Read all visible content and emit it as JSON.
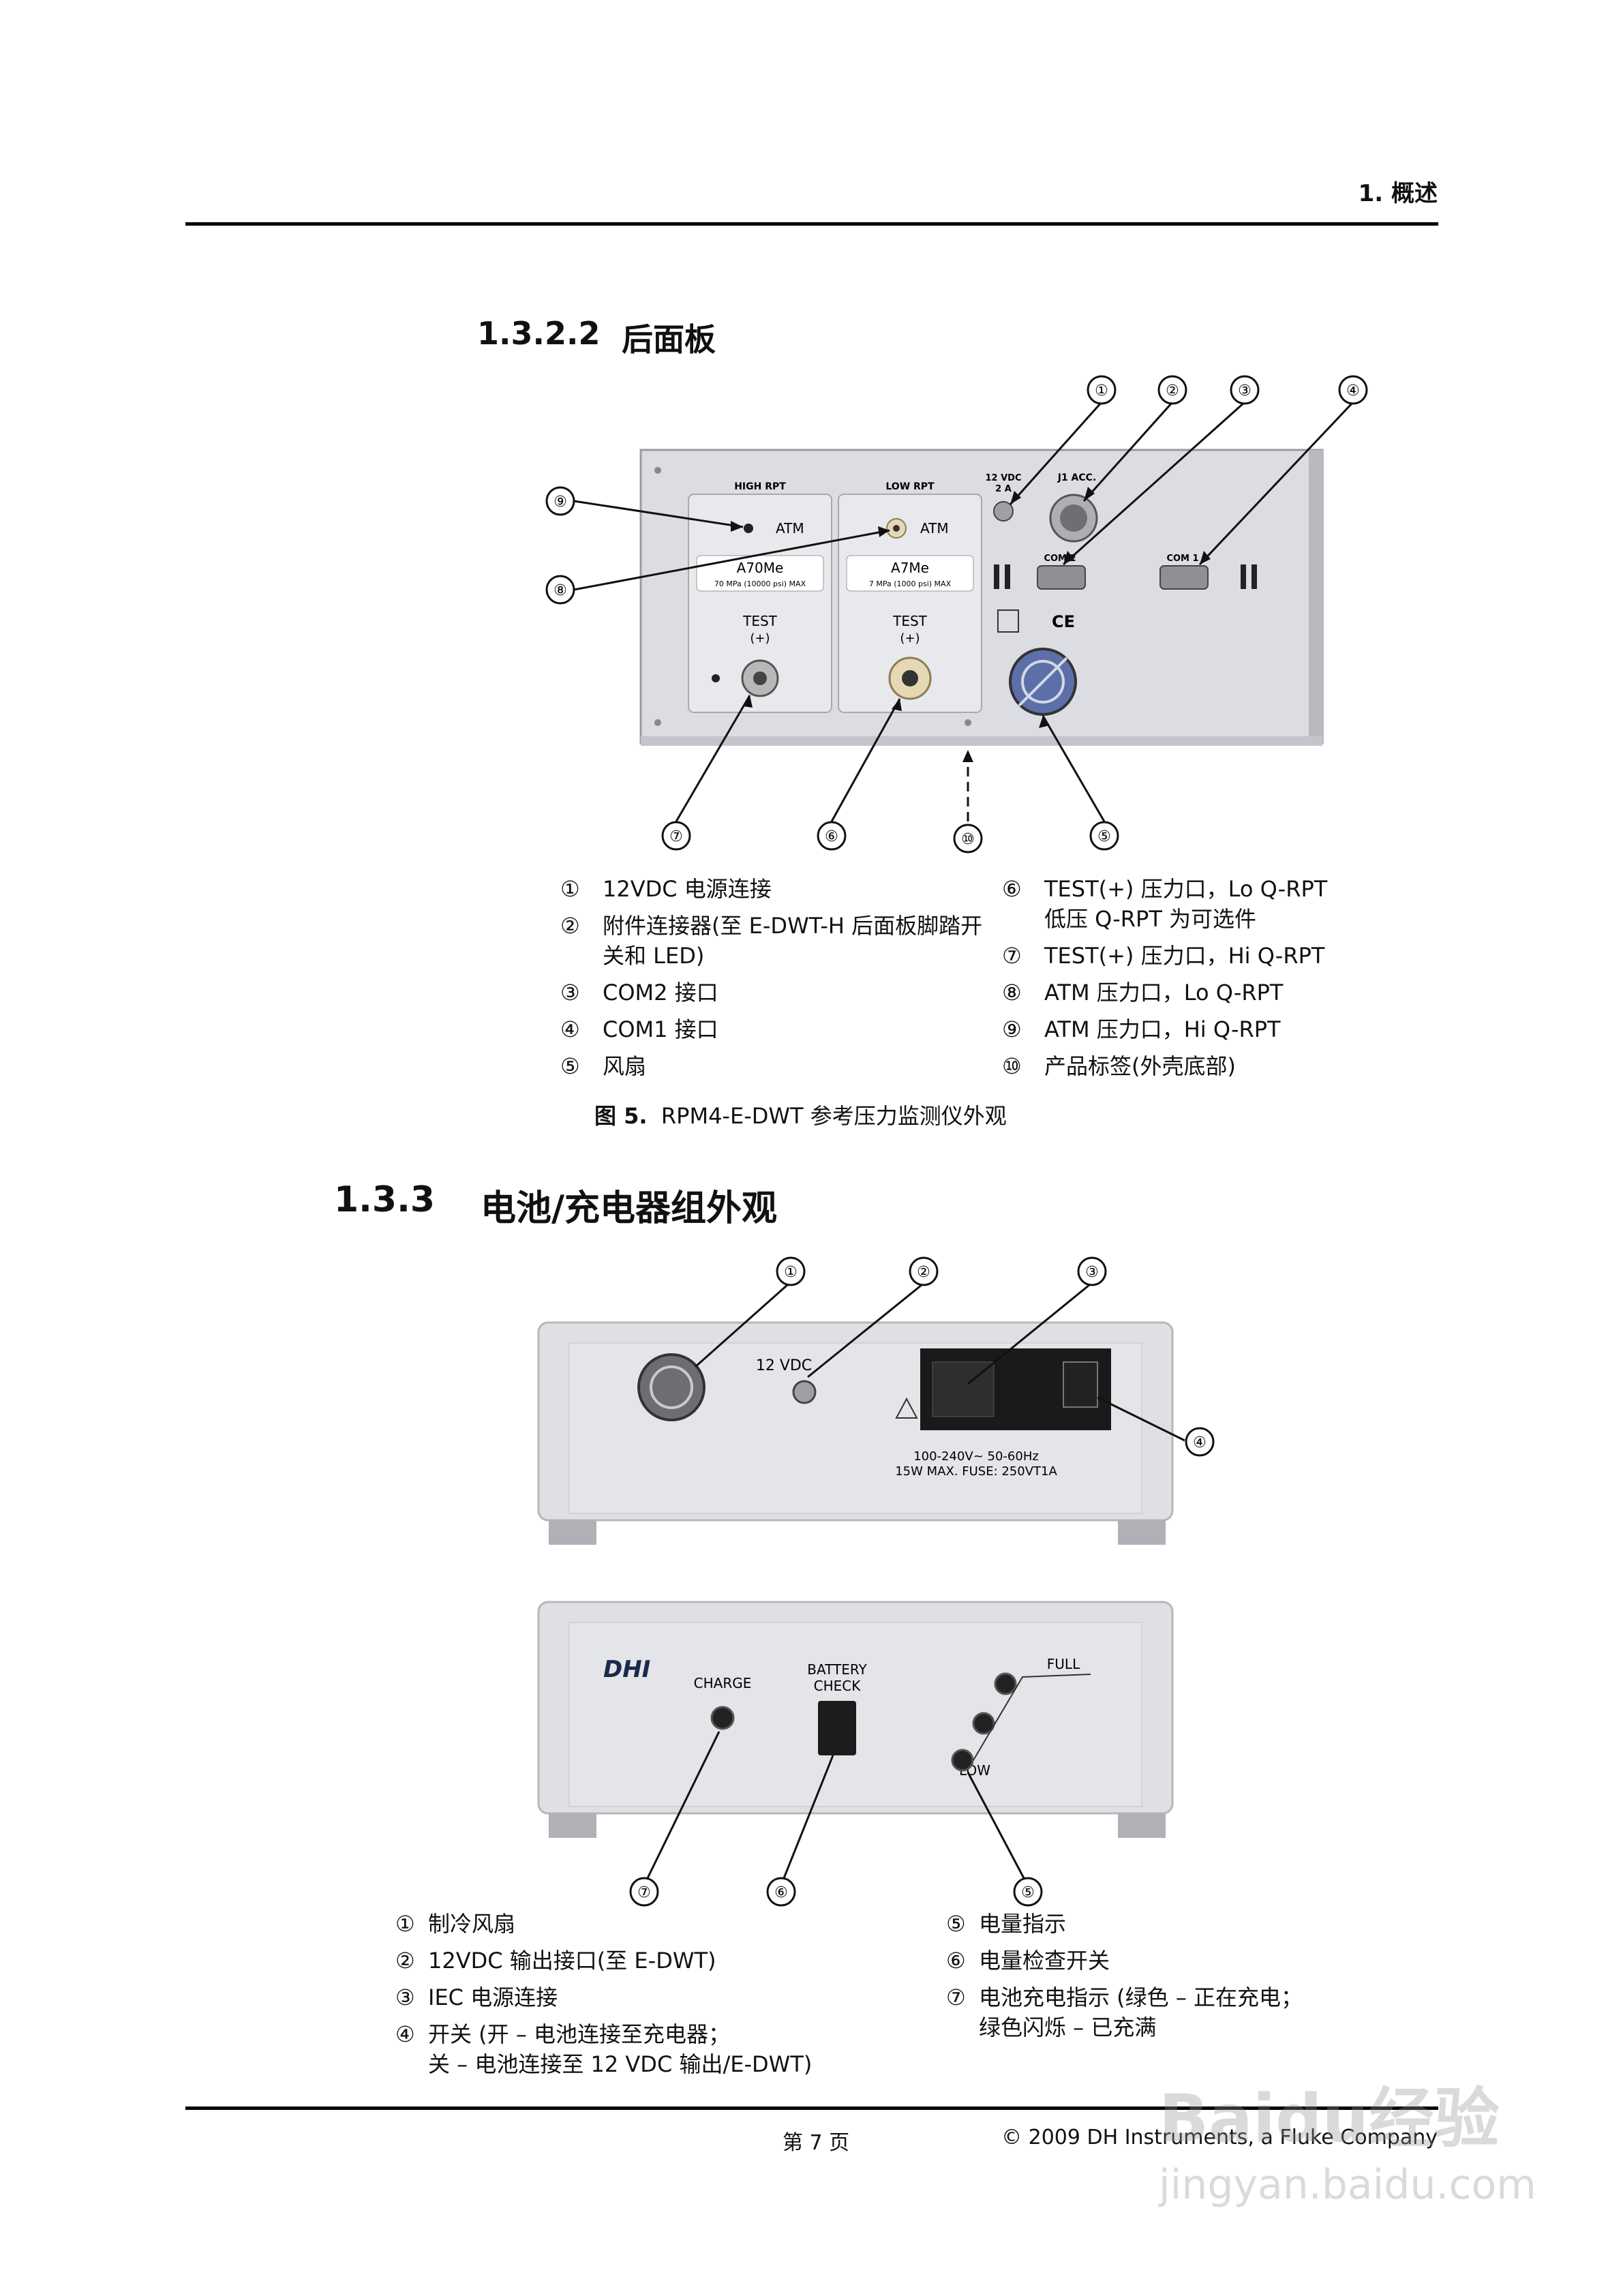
{
  "header": {
    "chapter": "1.  概述"
  },
  "section1": {
    "number": "1.3.2.2",
    "title": "后面板",
    "panel_labels": {
      "high_rpt": "HIGH RPT",
      "low_rpt": "LOW RPT",
      "atm1": "ATM",
      "atm2": "ATM",
      "a70me": "A70Me",
      "a70me_rating": "70 MPa (10000 psi) MAX",
      "a7me": "A7Me",
      "a7me_rating": "7 MPa (1000 psi) MAX",
      "test1": "TEST",
      "test1_plus": "(+)",
      "test2": "TEST",
      "test2_plus": "(+)",
      "vdc": "12 VDC",
      "amp": "2 A",
      "j1": "J1 ACC.",
      "com2": "COM 2",
      "com1": "COM 1",
      "ce": "CE"
    },
    "callouts": [
      "①",
      "②",
      "③",
      "④",
      "⑤",
      "⑥",
      "⑦",
      "⑧",
      "⑨",
      "⑩"
    ],
    "legend_left": [
      {
        "num": "①",
        "text": "12VDC 电源连接"
      },
      {
        "num": "②",
        "text": "附件连接器(至 E-DWT-H 后面板脚踏开",
        "text2": "关和 LED)"
      },
      {
        "num": "③",
        "text": "COM2 接口"
      },
      {
        "num": "④",
        "text": "COM1 接口"
      },
      {
        "num": "⑤",
        "text": "风扇"
      }
    ],
    "legend_right": [
      {
        "num": "⑥",
        "text": "TEST(+) 压力口，Lo Q-RPT",
        "text2": "低压 Q-RPT 为可选件"
      },
      {
        "num": "⑦",
        "text": "TEST(+) 压力口，Hi Q-RPT"
      },
      {
        "num": "⑧",
        "text": "ATM 压力口，Lo Q-RPT"
      },
      {
        "num": "⑨",
        "text": "ATM 压力口，Hi Q-RPT"
      },
      {
        "num": "⑩",
        "text": "产品标签(外壳底部)"
      }
    ],
    "figure_caption_bold": "图 5.",
    "figure_caption": "RPM4-E-DWT 参考压力监测仪外观"
  },
  "section2": {
    "number": "1.3.3",
    "title": "电池/充电器组外观",
    "back_labels": {
      "vdc": "12 VDC",
      "power_rating1": "100-240V~ 50-60Hz",
      "power_rating2": "15W MAX. FUSE: 250VT1A"
    },
    "front_labels": {
      "logo": "DHI",
      "charge": "CHARGE",
      "battery": "BATTERY",
      "check": "CHECK",
      "full": "FULL",
      "low": "LOW"
    },
    "callouts": [
      "①",
      "②",
      "③",
      "④",
      "⑤",
      "⑥",
      "⑦"
    ],
    "legend_left": [
      {
        "num": "①",
        "text": "制冷风扇"
      },
      {
        "num": "②",
        "text": "12VDC 输出接口(至 E-DWT)"
      },
      {
        "num": "③",
        "text": "IEC 电源连接"
      },
      {
        "num": "④",
        "text": "开关 (开 – 电池连接至充电器；",
        "text2": "关 – 电池连接至 12 VDC 输出/E-DWT)"
      }
    ],
    "legend_right": [
      {
        "num": "⑤",
        "text": "电量指示"
      },
      {
        "num": "⑥",
        "text": "电量检查开关"
      },
      {
        "num": "⑦",
        "text": "电池充电指示 (绿色 – 正在充电；",
        "text2": "绿色闪烁 – 已充满"
      }
    ]
  },
  "footer": {
    "page": "第 7 页",
    "copyright": "© 2009 DH Instruments, a Fluke Company"
  },
  "watermark": {
    "brand": "Baidu经验",
    "url": "jingyan.baidu.com"
  }
}
